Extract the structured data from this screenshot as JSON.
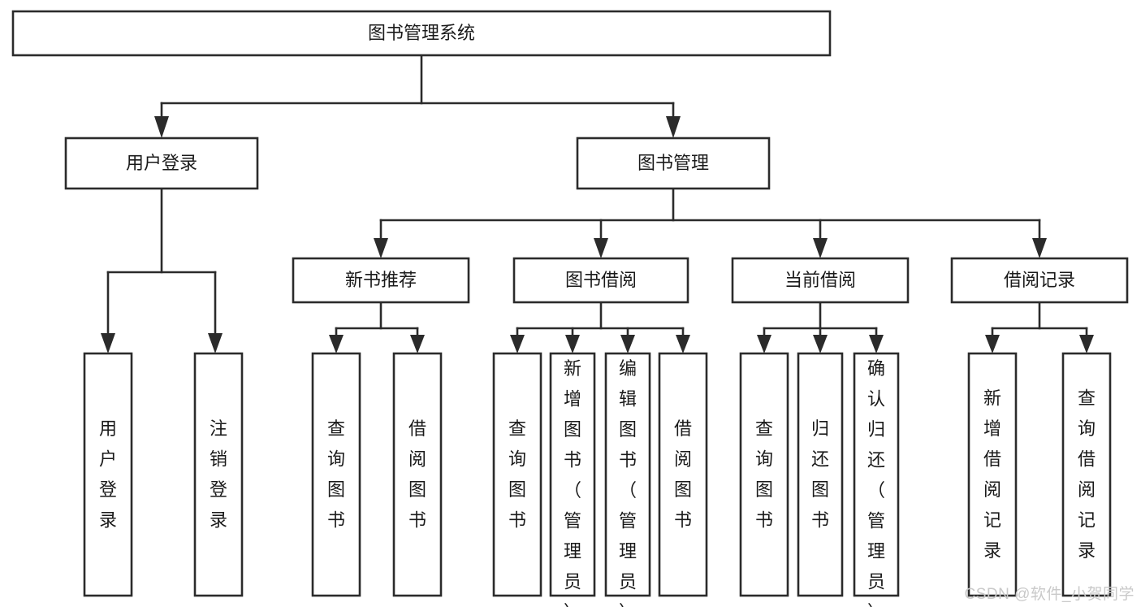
{
  "diagram": {
    "type": "tree-hierarchy",
    "title": "图书管理系统",
    "orientation": "top-down",
    "colors": {
      "box_fill": "#ffffff",
      "box_stroke": "#2b2b2b",
      "text": "#1a1a1a",
      "watermark": "#c9c9c9",
      "background": "#ffffff"
    },
    "levels": [
      {
        "level": 1,
        "nodes": [
          {
            "id": "root",
            "label": "图书管理系统",
            "orientation": "horizontal"
          }
        ]
      },
      {
        "level": 2,
        "nodes": [
          {
            "id": "user-login",
            "label": "用户登录",
            "orientation": "horizontal",
            "parent": "root"
          },
          {
            "id": "book-manage",
            "label": "图书管理",
            "orientation": "horizontal",
            "parent": "root"
          }
        ]
      },
      {
        "level": 3,
        "nodes": [
          {
            "id": "new-book-rec",
            "label": "新书推荐",
            "orientation": "horizontal",
            "parent": "book-manage"
          },
          {
            "id": "book-borrow",
            "label": "图书借阅",
            "orientation": "horizontal",
            "parent": "book-manage"
          },
          {
            "id": "current-borrow",
            "label": "当前借阅",
            "orientation": "horizontal",
            "parent": "book-manage"
          },
          {
            "id": "borrow-record",
            "label": "借阅记录",
            "orientation": "horizontal",
            "parent": "book-manage"
          }
        ]
      },
      {
        "level": 4,
        "nodes": [
          {
            "id": "leaf-user-login",
            "label": "用户登录",
            "orientation": "vertical",
            "parent": "user-login",
            "align": "middle"
          },
          {
            "id": "leaf-logout",
            "label": "注销登录",
            "orientation": "vertical",
            "parent": "user-login",
            "align": "middle"
          },
          {
            "id": "leaf-query-book-1",
            "label": "查询图书",
            "orientation": "vertical",
            "parent": "new-book-rec",
            "align": "middle"
          },
          {
            "id": "leaf-borrow-book-1",
            "label": "借阅图书",
            "orientation": "vertical",
            "parent": "new-book-rec",
            "align": "middle"
          },
          {
            "id": "leaf-query-book-2",
            "label": "查询图书",
            "orientation": "vertical",
            "parent": "book-borrow",
            "align": "middle"
          },
          {
            "id": "leaf-add-book",
            "label": "新增图书（管理员）",
            "orientation": "vertical",
            "parent": "book-borrow",
            "align": "top"
          },
          {
            "id": "leaf-edit-book",
            "label": "编辑图书（管理员）",
            "orientation": "vertical",
            "parent": "book-borrow",
            "align": "top"
          },
          {
            "id": "leaf-borrow-book-2",
            "label": "借阅图书",
            "orientation": "vertical",
            "parent": "book-borrow",
            "align": "middle"
          },
          {
            "id": "leaf-query-book-3",
            "label": "查询图书",
            "orientation": "vertical",
            "parent": "current-borrow",
            "align": "middle"
          },
          {
            "id": "leaf-return-book",
            "label": "归还图书",
            "orientation": "vertical",
            "parent": "current-borrow",
            "align": "middle"
          },
          {
            "id": "leaf-confirm-return",
            "label": "确认归还（管理员）",
            "orientation": "vertical",
            "parent": "current-borrow",
            "align": "top"
          },
          {
            "id": "leaf-add-record",
            "label": "新增借阅记录",
            "orientation": "vertical",
            "parent": "borrow-record",
            "align": "middle"
          },
          {
            "id": "leaf-query-record",
            "label": "查询借阅记录",
            "orientation": "vertical",
            "parent": "borrow-record",
            "align": "middle"
          }
        ]
      }
    ]
  },
  "watermark": {
    "text": "CSDN @软件_小贺同学"
  }
}
